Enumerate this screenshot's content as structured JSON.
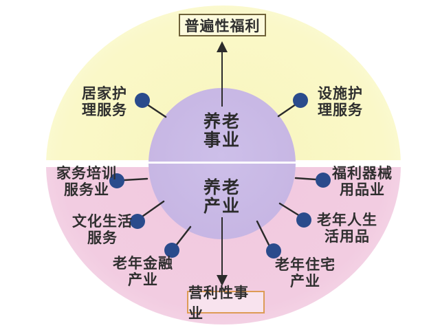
{
  "diagram": {
    "top_box_label": "普遍性福利",
    "bottom_box_label": "营利性事业",
    "center_circle": {
      "top_label": "养老\n事业",
      "bottom_label": "养老\n产业"
    },
    "nodes": [
      {
        "label": "居家护\n理服务",
        "region": "top-yellow"
      },
      {
        "label": "设施护\n理服务",
        "region": "top-yellow"
      },
      {
        "label": "家务培训\n服务业",
        "region": "bottom-pink"
      },
      {
        "label": "福利器械\n用品业",
        "region": "bottom-pink"
      },
      {
        "label": "文化生活\n服务",
        "region": "bottom-pink"
      },
      {
        "label": "老年人生\n活用品",
        "region": "bottom-pink"
      },
      {
        "label": "老年金融\n产业",
        "region": "bottom-pink"
      },
      {
        "label": "老年住宅\n产业",
        "region": "bottom-pink"
      }
    ],
    "colors": {
      "top_half": "#faf8c8",
      "bottom_half": "#f2cce1",
      "center_circle": "#c9bae6",
      "node_dot": "#2a4b8c",
      "top_box_border": "#6e6138",
      "bottom_box_border": "#dd9b55",
      "text": "#2f2f2f"
    }
  }
}
